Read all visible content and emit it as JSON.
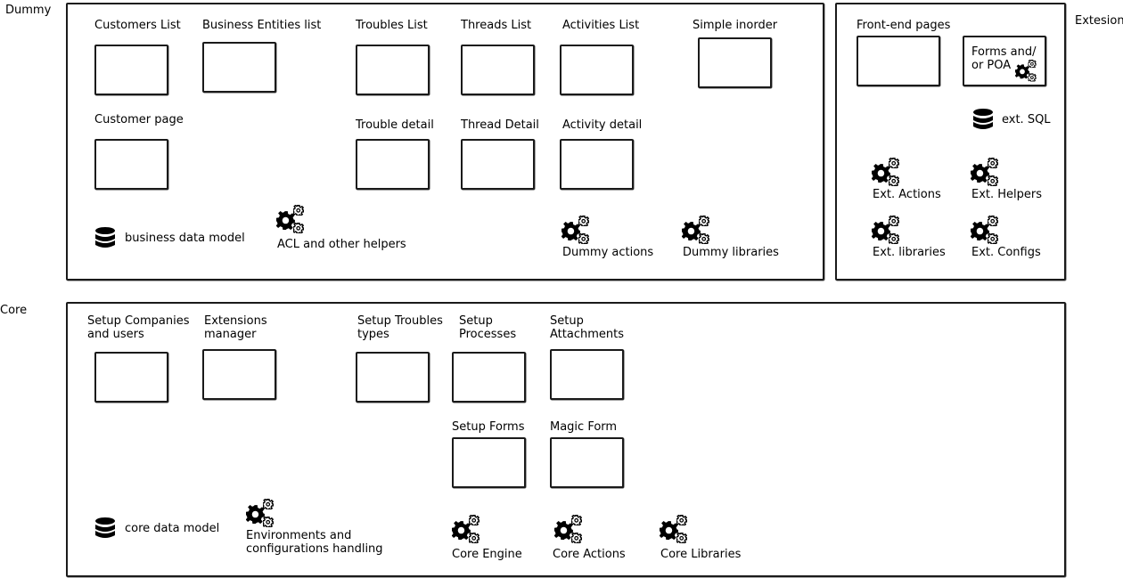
{
  "sections": {
    "dummy": "Dummy",
    "extension": "Extesion",
    "core": "Core"
  },
  "dummy": {
    "customers_list": "Customers List",
    "business_entities_list": "Business Entities list",
    "troubles_list": "Troubles List",
    "threads_list": "Threads List",
    "activities_list": "Activities List",
    "simple_inorder": "Simple inorder",
    "customer_page": "Customer page",
    "trouble_detail": "Trouble detail",
    "thread_detail": "Thread Detail",
    "activity_detail": "Activity detail",
    "business_data_model": "business data model",
    "acl_helpers": "ACL and other helpers",
    "dummy_actions": "Dummy actions",
    "dummy_libraries": "Dummy libraries"
  },
  "extension": {
    "front_end_pages": "Front-end pages",
    "forms_poa": "Forms and/\nor POA",
    "ext_sql": "ext. SQL",
    "ext_actions": "Ext. Actions",
    "ext_helpers": "Ext. Helpers",
    "ext_libraries": "Ext. libraries",
    "ext_configs": "Ext. Configs"
  },
  "core": {
    "setup_companies": "Setup Companies\nand users",
    "extensions_manager": "Extensions\nmanager",
    "setup_troubles": "Setup Troubles\ntypes",
    "setup_processes": "Setup\nProcesses",
    "setup_attachments": "Setup\nAttachments",
    "setup_forms": "Setup Forms",
    "magic_form": "Magic Form",
    "core_data_model": "core data model",
    "env_config": "Environments and\nconfigurations handling",
    "core_engine": "Core Engine",
    "core_actions": "Core Actions",
    "core_libraries": "Core Libraries"
  },
  "icons": {
    "gear": "gears-icon",
    "database": "database-icon"
  }
}
